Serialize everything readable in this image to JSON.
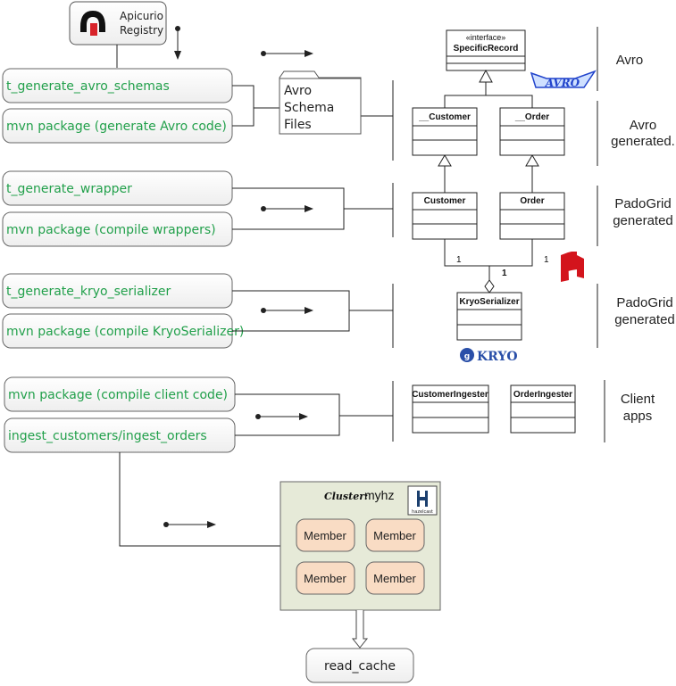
{
  "registry": {
    "line1": "Apicurio",
    "line2": "Registry"
  },
  "steps": [
    "t_generate_avro_schemas",
    "mvn package (generate Avro code)",
    "t_generate_wrapper",
    "mvn package (compile wrappers)",
    "t_generate_kryo_serializer",
    "mvn package (compile KryoSerializer)",
    "mvn package (compile client code)",
    "ingest_customers/ingest_orders"
  ],
  "schema_files": [
    "Avro",
    "Schema",
    "Files"
  ],
  "uml": {
    "interface_stereotype": "«interface»",
    "interface_name": "SpecificRecord",
    "gen_customer": "__Customer",
    "gen_order": "__Order",
    "customer": "Customer",
    "order": "Order",
    "kryo_serializer": "KryoSerializer",
    "customer_ingester": "CustomerIngester",
    "order_ingester": "OrderIngester",
    "mult_left": "1",
    "mult_center": "1",
    "mult_right": "1"
  },
  "sections": {
    "avro": "Avro",
    "avro_generated": [
      "Avro",
      "generated."
    ],
    "padogrid_generated_1": [
      "PadoGrid",
      "generated"
    ],
    "padogrid_generated_2": [
      "PadoGrid",
      "generated"
    ],
    "client_apps": [
      "Client",
      "apps"
    ]
  },
  "logos": {
    "avro": "AVRO",
    "kryo": "KRYO",
    "hazelcast": "hazelcast"
  },
  "cluster": {
    "label": "Cluster:",
    "name": "myhz",
    "members": [
      "Member",
      "Member",
      "Member",
      "Member"
    ]
  },
  "read_cache": "read_cache",
  "colors": {
    "step_text": "#22a04b",
    "cluster_bg": "#e6ead8",
    "member_bg": "#f9dcc4"
  }
}
